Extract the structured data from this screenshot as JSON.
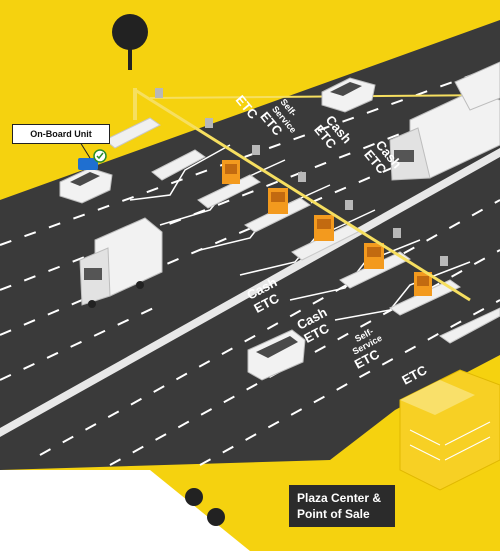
{
  "colors": {
    "background_yellow": "#f5d20f",
    "road_asphalt": "#3a3a3a",
    "lane_marking": "#ffffff",
    "booth_orange": "#f39a1e",
    "plaza_building": "#f7d024",
    "gantry_line": "#f6df60",
    "label_dark": "#2b2b2b"
  },
  "callouts": {
    "on_board_unit": "On-Board Unit",
    "plaza_center": "Plaza Center & Point of Sale"
  },
  "lanes_upper": [
    {
      "line1": "ETC",
      "line2": ""
    },
    {
      "line1": "Self-",
      "line2": "Service",
      "line3": "ETC"
    },
    {
      "line1": "Cash",
      "line2": "ETC"
    },
    {
      "line1": "Cash",
      "line2": "ETC"
    }
  ],
  "lanes_lower": [
    {
      "line1": "Cash",
      "line2": "ETC"
    },
    {
      "line1": "Cash",
      "line2": "ETC"
    },
    {
      "line1": "Self-",
      "line2": "Service",
      "line3": "ETC"
    },
    {
      "line1": "ETC",
      "line2": ""
    }
  ],
  "icons": {
    "check": "check-icon",
    "tree": "tree-icon"
  }
}
